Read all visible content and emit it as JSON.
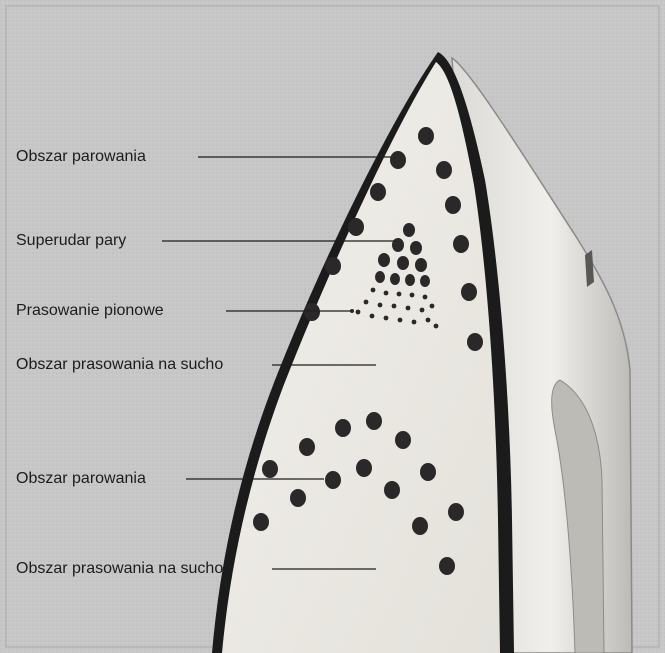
{
  "labels": {
    "steam_area_top": "Obszar parowania",
    "steam_boost": "Superudar pary",
    "vertical_steam": "Prasowanie pionowe",
    "dry_area_middle": "Obszar prasowania na sucho",
    "steam_area_bottom": "Obszar parowania",
    "dry_area_bottom": "Obszar prasowania na sucho"
  },
  "colors": {
    "background": "#c9c9c9",
    "soleplate": "#ece9e3",
    "hole": "#2a2828",
    "outline": "#161616"
  }
}
